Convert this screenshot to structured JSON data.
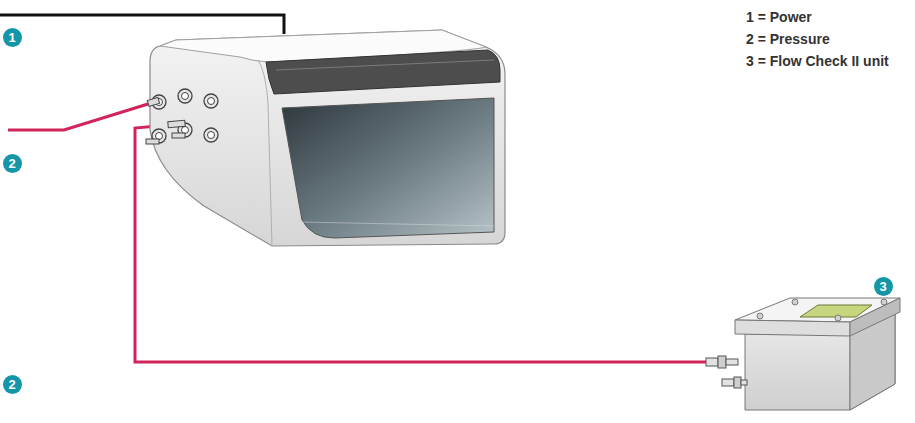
{
  "diagram": {
    "labels": [
      "1",
      "2",
      "2",
      "3",
      "1 = Power",
      "2 = Pressure",
      "3 = Flow Check II unit"
    ]
  }
}
